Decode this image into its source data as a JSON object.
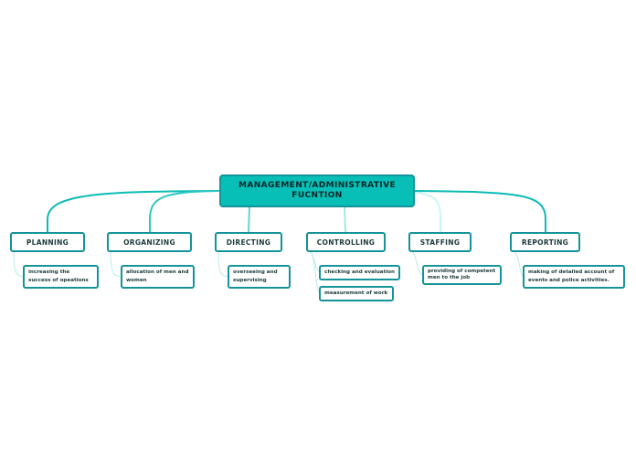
{
  "root": {
    "title": "MANAGEMENT/ADMINISTRATIVE FUCNTION"
  },
  "branches": [
    {
      "label": "PLANNING",
      "items": [
        "increasing the success of opeations"
      ]
    },
    {
      "label": "ORGANIZING",
      "items": [
        "allocation of men and women"
      ]
    },
    {
      "label": "DIRECTING",
      "items": [
        "overseeing and supervising"
      ]
    },
    {
      "label": "CONTROLLING",
      "items": [
        "checking and evaluation",
        "measurement of work"
      ]
    },
    {
      "label": "STAFFING",
      "items": [
        "providing of competent men to the job"
      ]
    },
    {
      "label": "REPORTING",
      "items": [
        "making of detailed account of events and police activities."
      ]
    }
  ],
  "colors": {
    "root_fill": "#08bfb8",
    "border": "#14939a",
    "link_strong": "#0bbbb5",
    "link_mid": "#7fdfe0",
    "link_light": "#c9f6f3"
  }
}
